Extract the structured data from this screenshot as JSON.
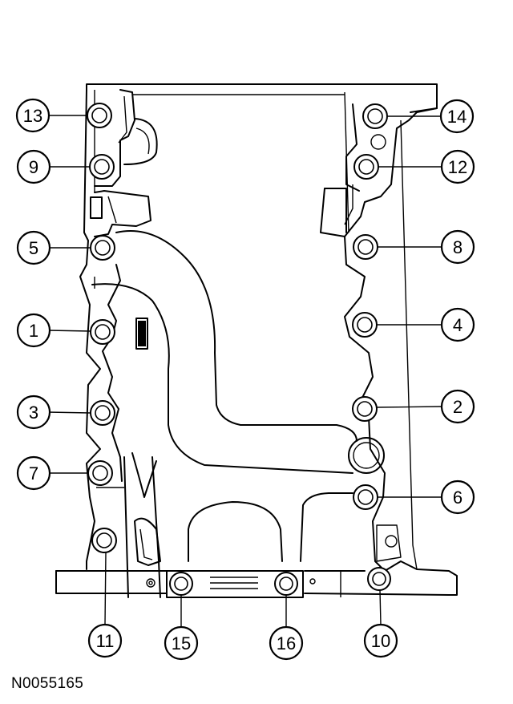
{
  "figure_id": "N0055165",
  "callouts": [
    {
      "number": "13"
    },
    {
      "number": "9"
    },
    {
      "number": "5"
    },
    {
      "number": "1"
    },
    {
      "number": "3"
    },
    {
      "number": "7"
    },
    {
      "number": "11"
    },
    {
      "number": "15"
    },
    {
      "number": "16"
    },
    {
      "number": "10"
    },
    {
      "number": "6"
    },
    {
      "number": "2"
    },
    {
      "number": "4"
    },
    {
      "number": "8"
    },
    {
      "number": "12"
    },
    {
      "number": "14"
    }
  ],
  "colors": {
    "line": "#000000",
    "background": "#ffffff"
  }
}
